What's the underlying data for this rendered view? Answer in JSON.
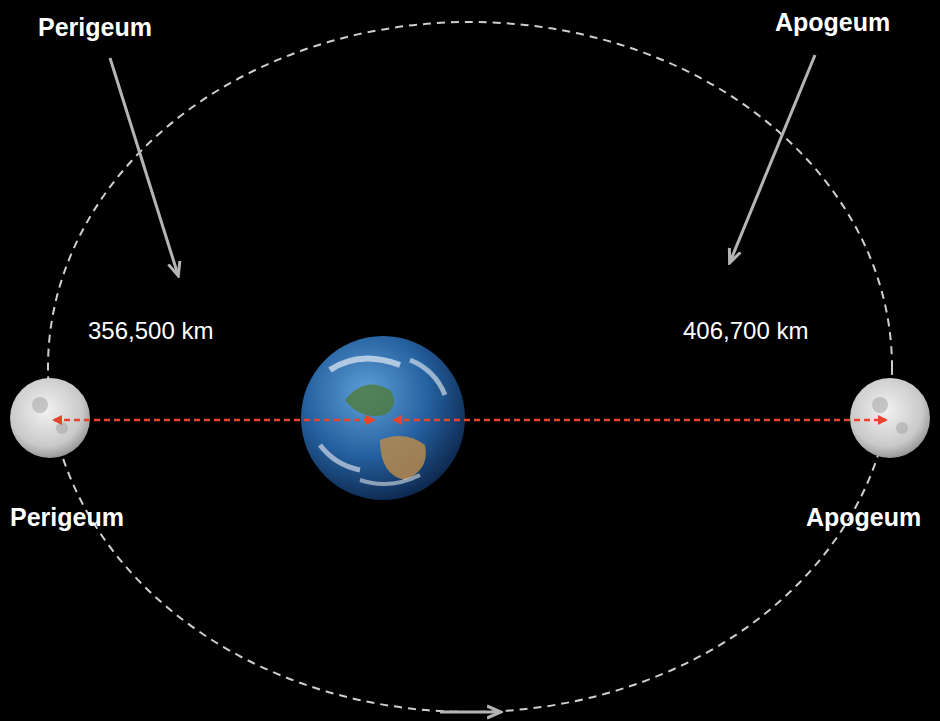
{
  "diagram": {
    "labels": [
      "Perigeum",
      "Apogeum",
      "356,500 km",
      "406,700 km",
      "Perigeum",
      "Apogeum"
    ]
  }
}
